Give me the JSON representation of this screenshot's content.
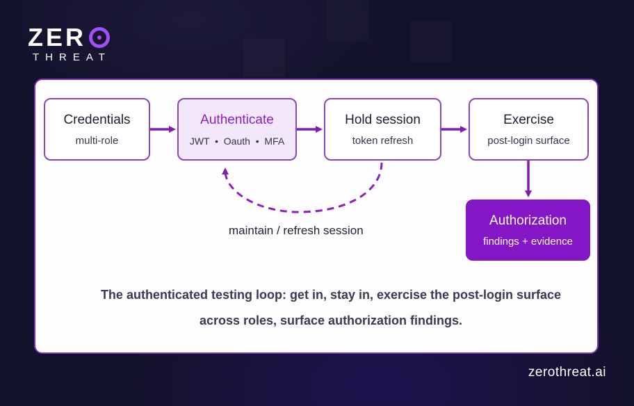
{
  "logo": {
    "wordmark": "ZER",
    "tagline": "THREAT"
  },
  "diagram": {
    "nodes": [
      {
        "id": "credentials",
        "title": "Credentials",
        "subtitle": "multi-role"
      },
      {
        "id": "authenticate",
        "title": "Authenticate",
        "subtitle": "JWT  •  Oauth  •  MFA"
      },
      {
        "id": "hold-session",
        "title": "Hold session",
        "subtitle": "token refresh"
      },
      {
        "id": "exercise",
        "title": "Exercise",
        "subtitle": "post-login surface"
      },
      {
        "id": "authorization",
        "title": "Authorization",
        "subtitle": "findings + evidence"
      }
    ],
    "loop_label": "maintain / refresh session",
    "caption_line1": "The authenticated testing loop: get in, stay in, exercise the post-login surface",
    "caption_line2": "across roles, surface authorization findings."
  },
  "colors": {
    "accent": "#8516c6",
    "border": "#8a45b8",
    "tint": "#f3e7fb",
    "background": "#13122b"
  },
  "footer": {
    "site": "zerothreat.ai"
  }
}
